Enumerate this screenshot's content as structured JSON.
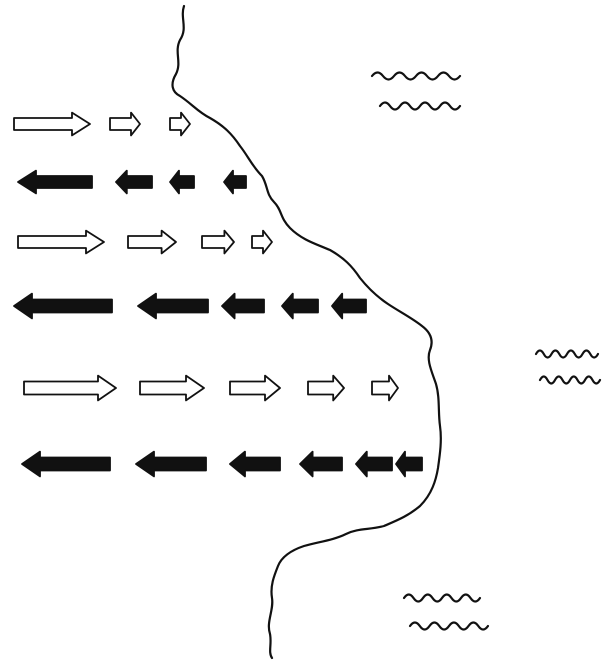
{
  "diagram": {
    "rows": [
      {
        "direction": "right",
        "style": "outline",
        "count": 3
      },
      {
        "direction": "left",
        "style": "filled",
        "count": 4
      },
      {
        "direction": "right",
        "style": "outline",
        "count": 4
      },
      {
        "direction": "left",
        "style": "filled",
        "count": 5
      },
      {
        "direction": "right",
        "style": "outline",
        "count": 5
      },
      {
        "direction": "left",
        "style": "filled",
        "count": 6
      }
    ],
    "wave_groups": 3,
    "colors": {
      "ink": "#111111",
      "background": "#ffffff"
    }
  }
}
